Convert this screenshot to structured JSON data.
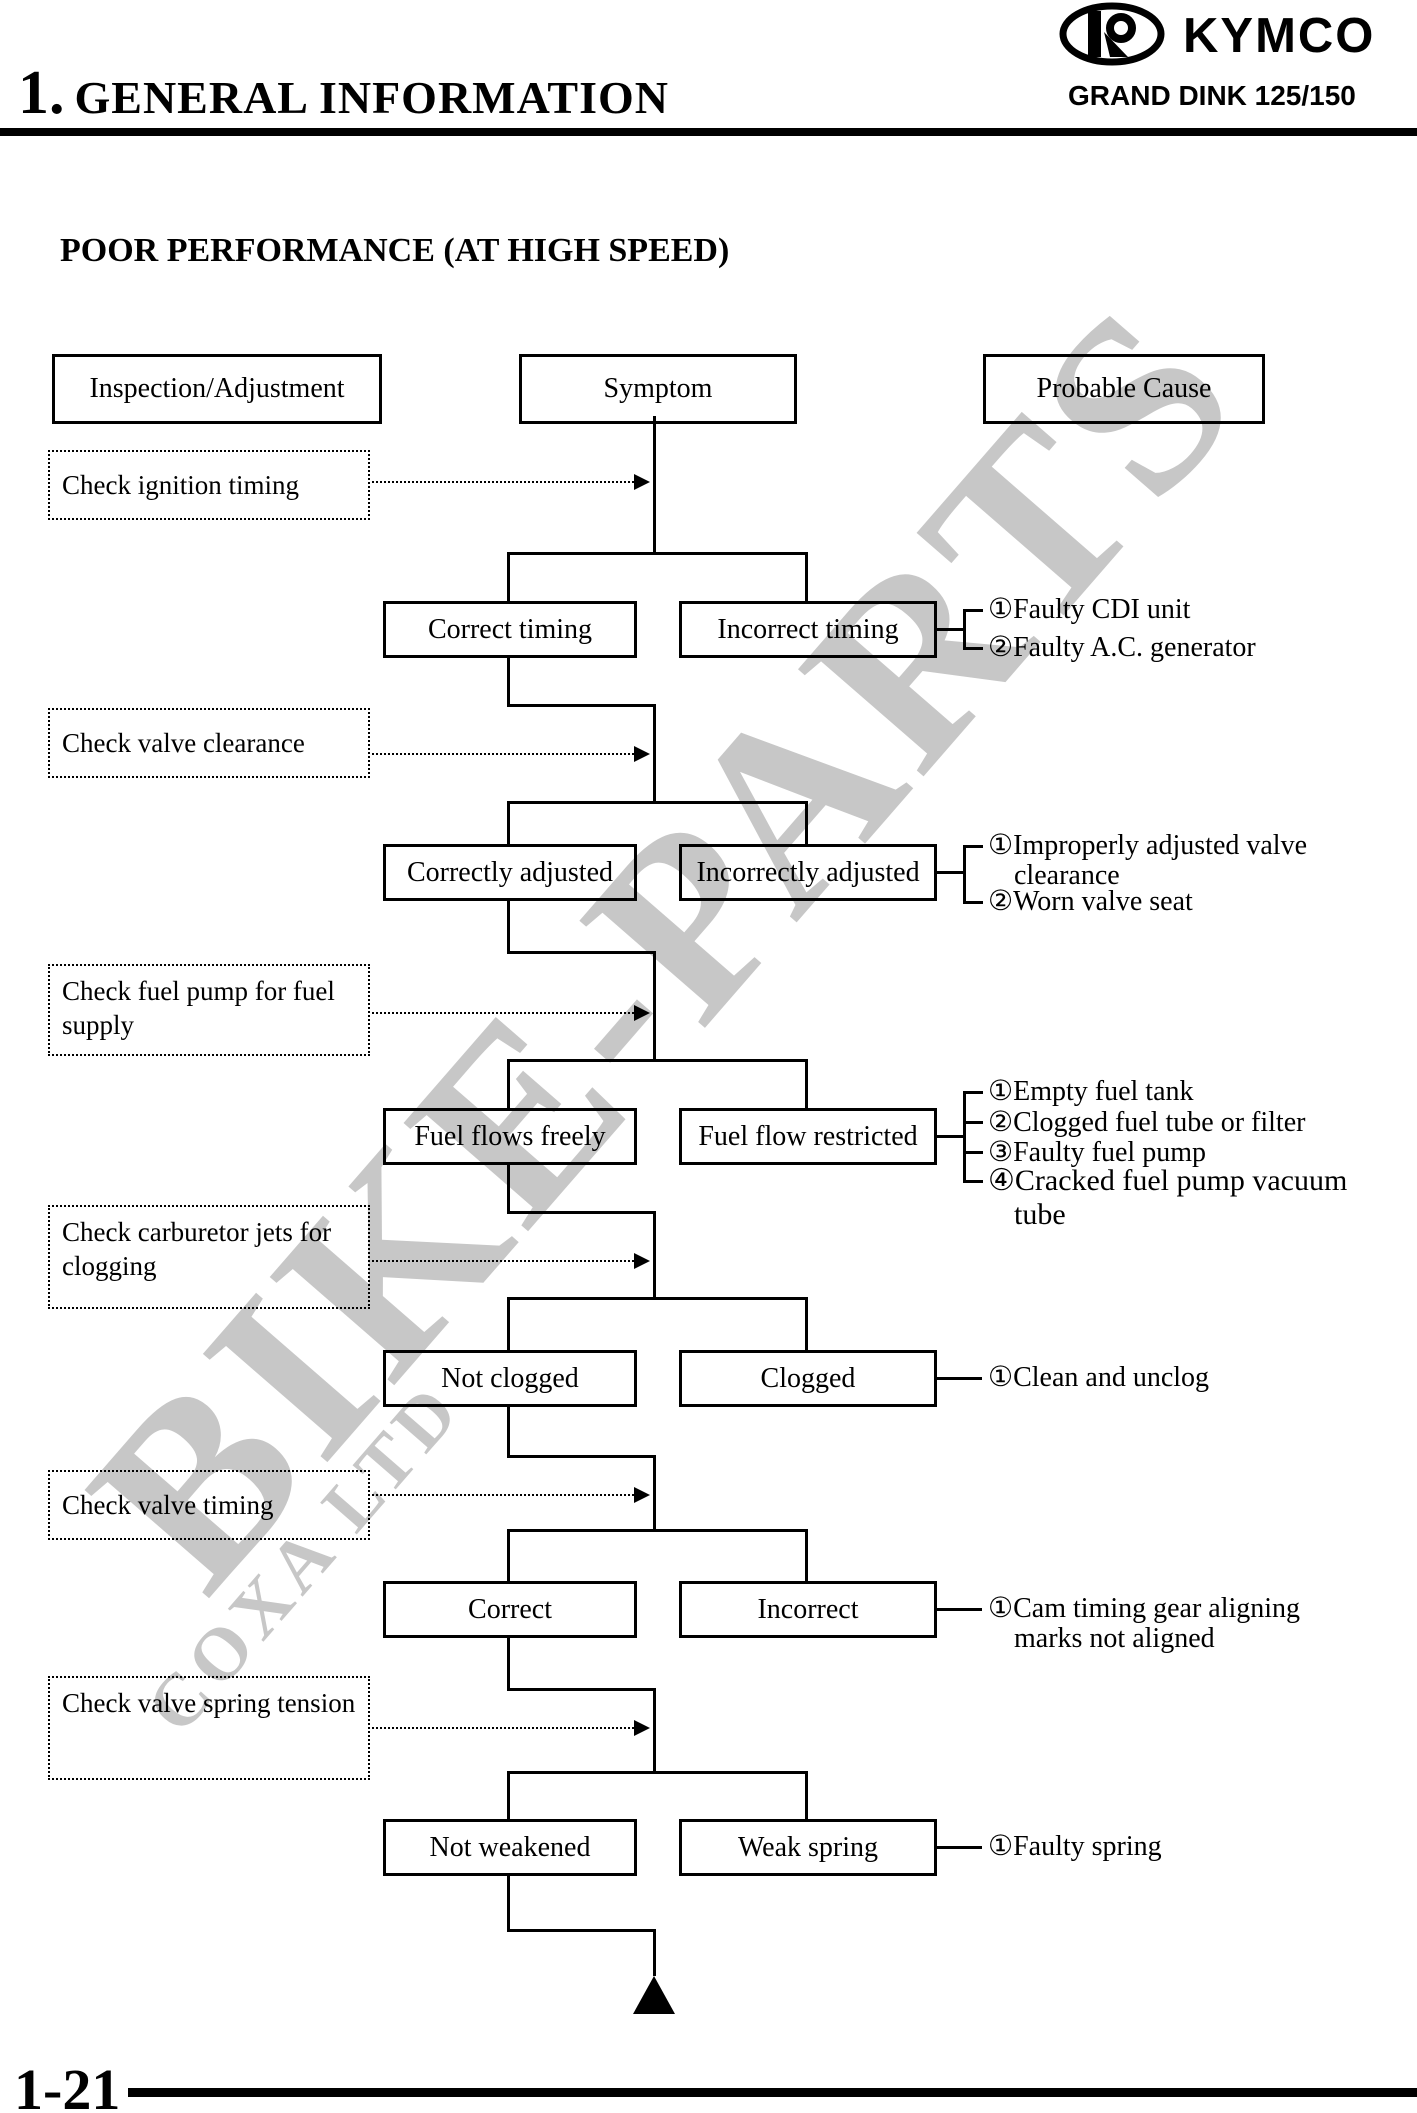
{
  "page": {
    "brand": "KYMCO",
    "chapter_number": "1.",
    "chapter_title": "GENERAL INFORMATION",
    "model": "GRAND DINK 125/150",
    "section_title": "POOR PERFORMANCE (AT HIGH SPEED)",
    "page_number": "1-21"
  },
  "columns": {
    "inspection": "Inspection/Adjustment",
    "symptom": "Symptom",
    "cause": "Probable Cause"
  },
  "watermark": {
    "primary": "BIKE-PARTS",
    "secondary": "COXA LTD"
  },
  "rows": [
    {
      "check": "Check ignition timing",
      "result_ok": "Correct timing",
      "result_bad": "Incorrect timing",
      "causes": [
        "①Faulty CDI unit",
        "②Faulty A.C. generator"
      ]
    },
    {
      "check": "Check valve clearance",
      "result_ok": "Correctly adjusted",
      "result_bad": "Incorrectly adjusted",
      "causes": [
        "①Improperly adjusted valve",
        "clearance",
        "②Worn valve seat"
      ]
    },
    {
      "check": "Check fuel pump for fuel supply",
      "result_ok": "Fuel flows freely",
      "result_bad": "Fuel flow restricted",
      "causes": [
        "①Empty fuel tank",
        "②Clogged fuel tube or filter",
        "③Faulty fuel pump",
        "④Cracked fuel pump vacuum",
        "tube"
      ]
    },
    {
      "check": "Check carburetor jets for clogging",
      "result_ok": "Not clogged",
      "result_bad": "Clogged",
      "causes": [
        "①Clean and unclog"
      ]
    },
    {
      "check": "Check valve timing",
      "result_ok": "Correct",
      "result_bad": "Incorrect",
      "causes": [
        "①Cam timing gear aligning",
        "marks not aligned"
      ]
    },
    {
      "check": "Check valve spring tension",
      "result_ok": "Not weakened",
      "result_bad": "Weak spring",
      "causes": [
        "①Faulty spring"
      ]
    }
  ]
}
